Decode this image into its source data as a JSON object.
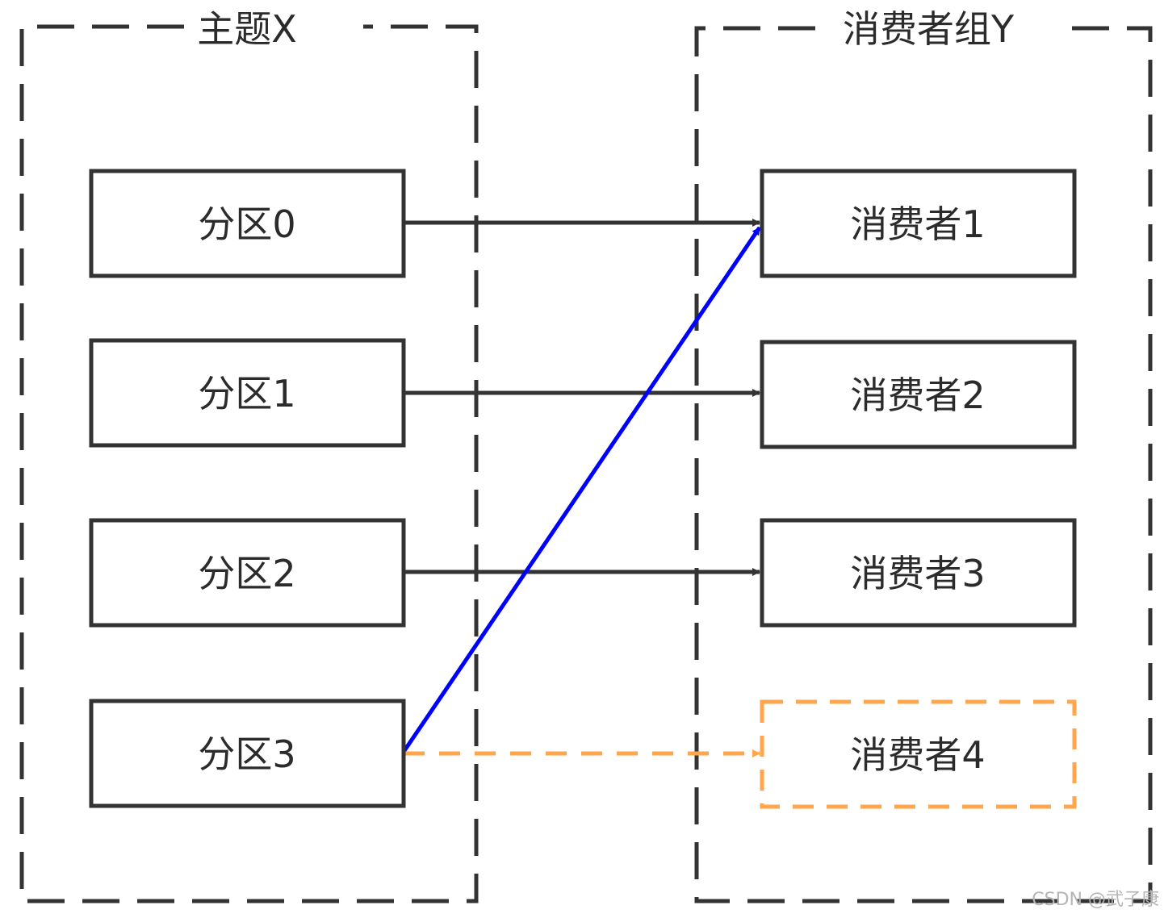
{
  "topic": {
    "title": "主题X",
    "partitions": [
      "分区0",
      "分区1",
      "分区2",
      "分区3"
    ]
  },
  "consumer_group": {
    "title": "消费者组Y",
    "consumers": [
      "消费者1",
      "消费者2",
      "消费者3",
      "消费者4"
    ]
  },
  "assignments": [
    {
      "from": 0,
      "to": 0,
      "style": "solid",
      "color": "#333333"
    },
    {
      "from": 1,
      "to": 1,
      "style": "solid",
      "color": "#333333"
    },
    {
      "from": 2,
      "to": 2,
      "style": "solid",
      "color": "#333333"
    },
    {
      "from": 3,
      "to": 0,
      "style": "solid",
      "color": "#0000ff"
    },
    {
      "from": 3,
      "to": 3,
      "style": "dashed",
      "color": "#ffa64d"
    }
  ],
  "colors": {
    "border": "#333333",
    "reassigned_edge": "#0000ff",
    "new_consumer": "#ffa64d"
  },
  "watermark": "CSDN @武子康"
}
